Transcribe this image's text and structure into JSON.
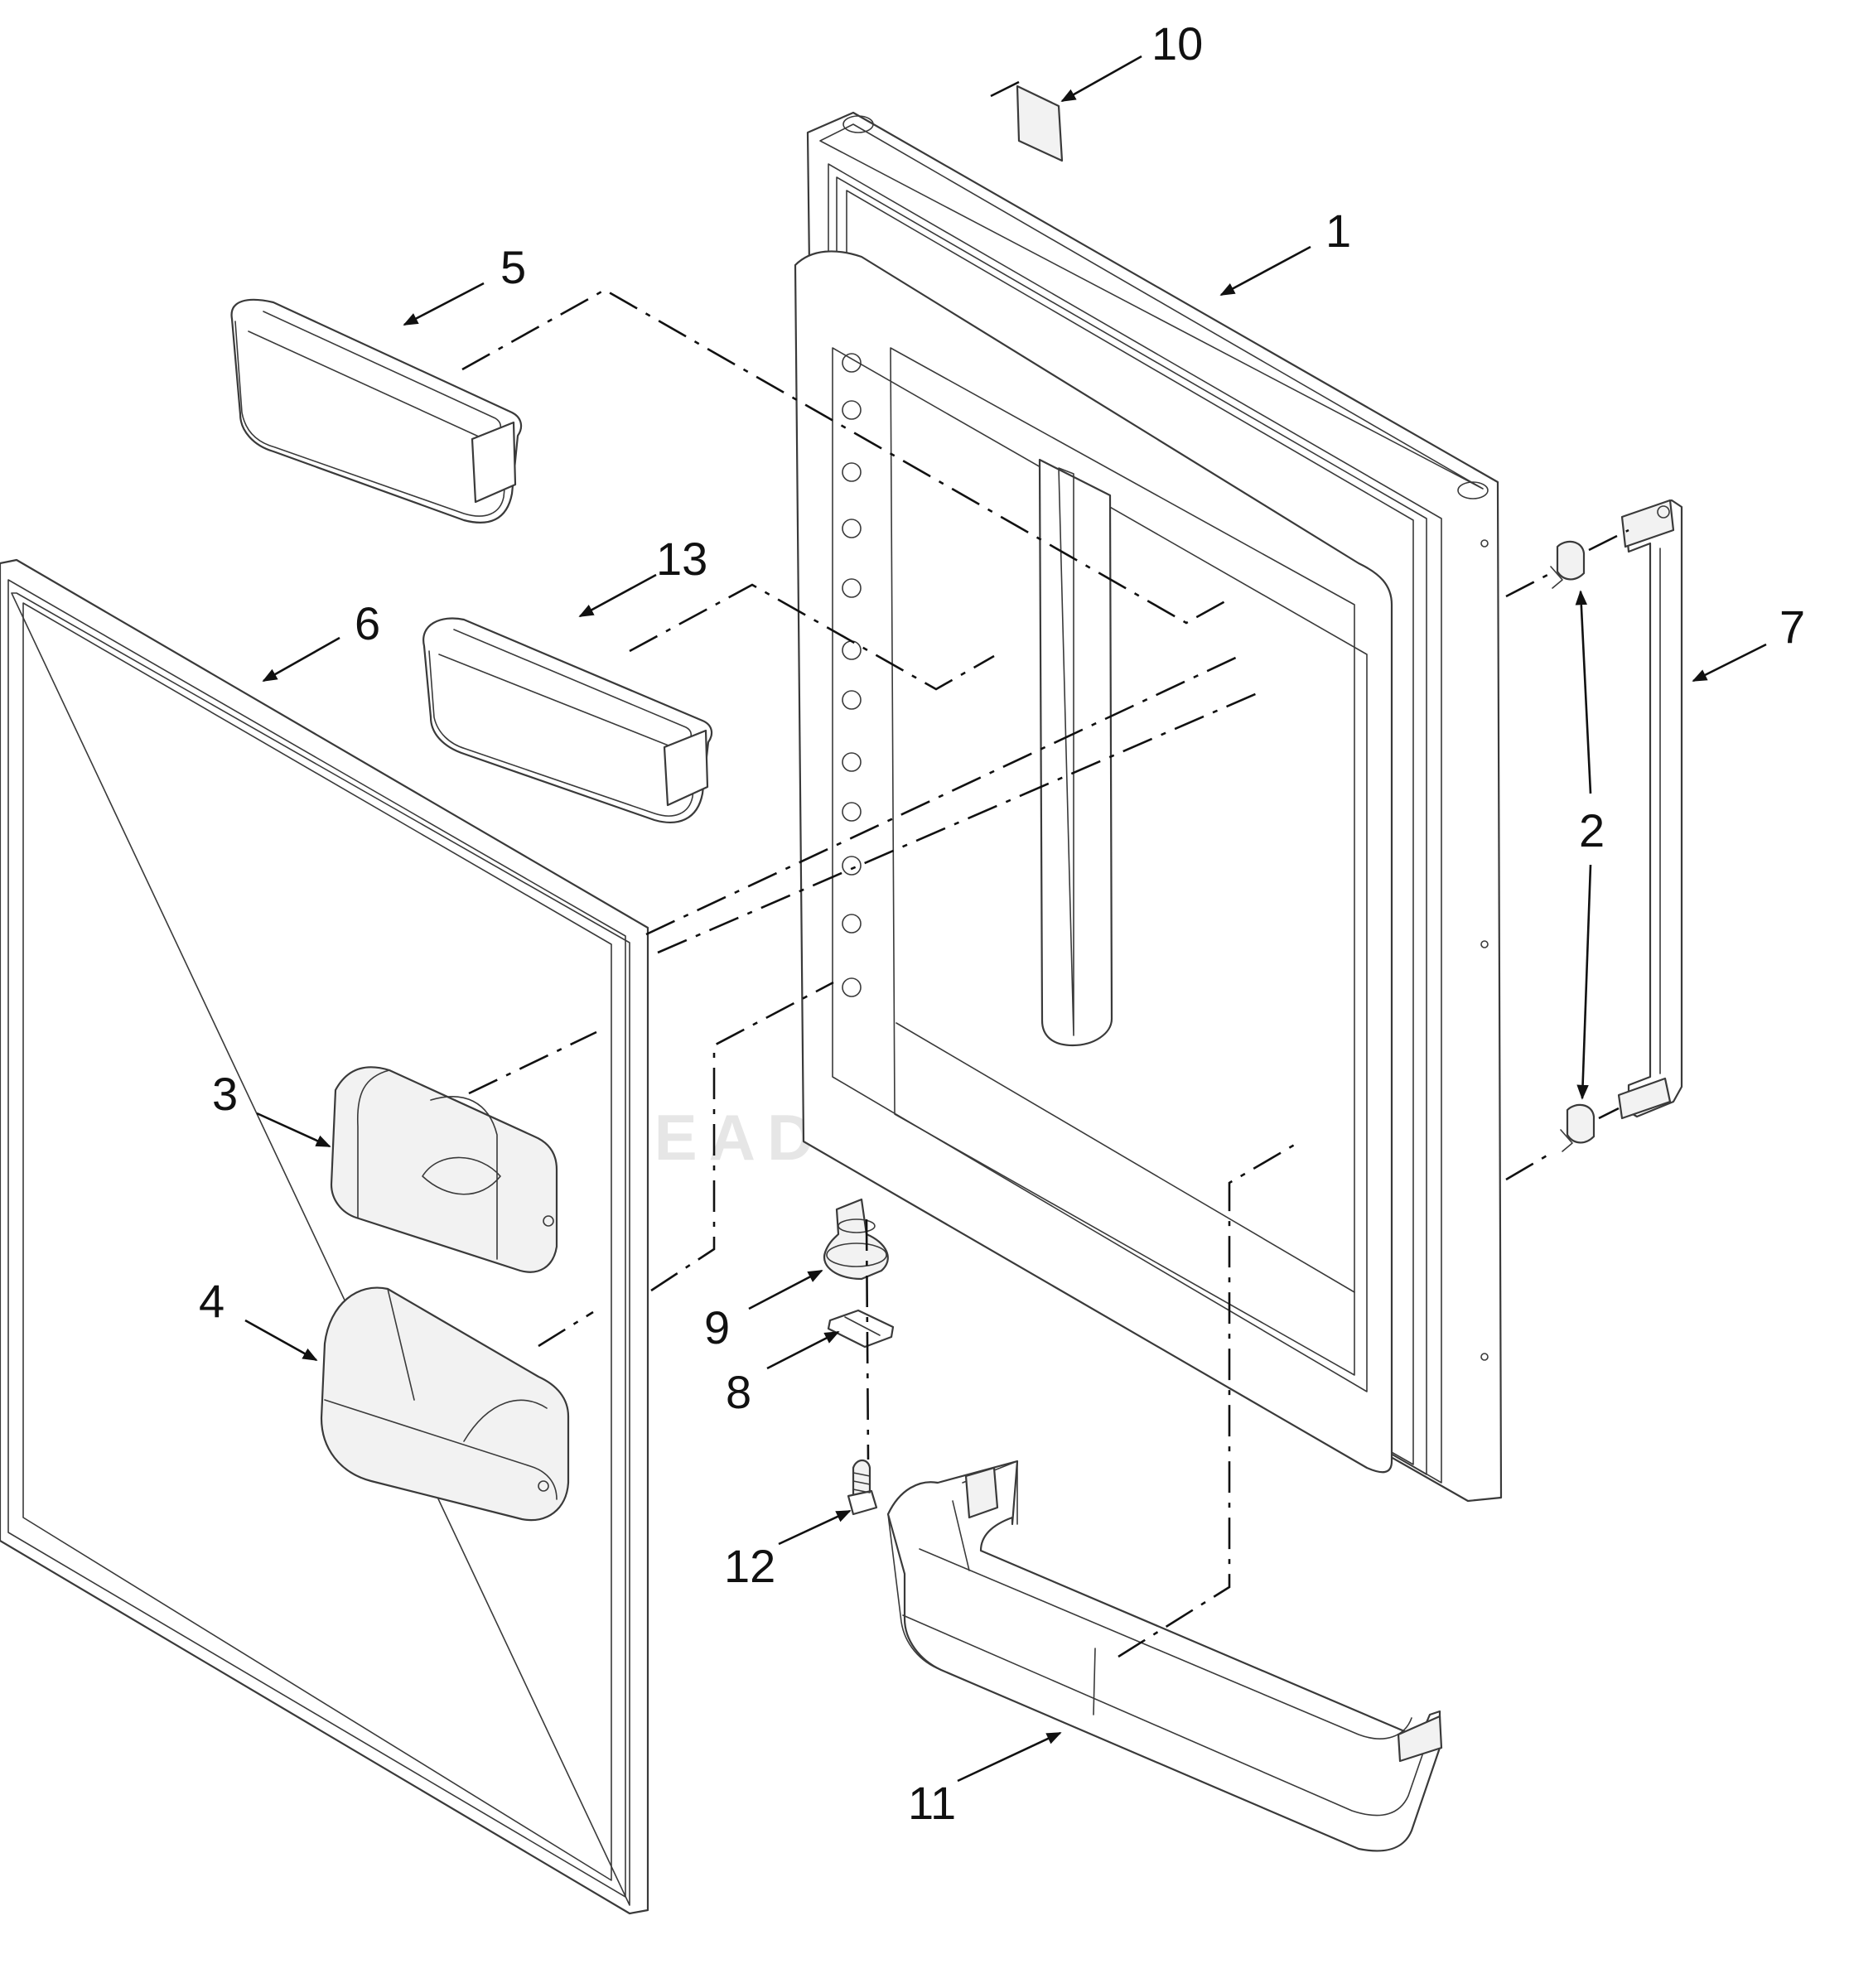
{
  "diagram": {
    "callouts": [
      {
        "id": "c1",
        "label": "1"
      },
      {
        "id": "c2",
        "label": "2"
      },
      {
        "id": "c3",
        "label": "3"
      },
      {
        "id": "c4",
        "label": "4"
      },
      {
        "id": "c5",
        "label": "5"
      },
      {
        "id": "c6",
        "label": "6"
      },
      {
        "id": "c7",
        "label": "7"
      },
      {
        "id": "c8",
        "label": "8"
      },
      {
        "id": "c9",
        "label": "9"
      },
      {
        "id": "c10",
        "label": "10"
      },
      {
        "id": "c11",
        "label": "11"
      },
      {
        "id": "c12",
        "label": "12"
      },
      {
        "id": "c13",
        "label": "13"
      }
    ]
  },
  "watermark": {
    "text": "LEADVENTURE",
    "icon": "leadventure-logo-icon"
  },
  "colors": {
    "line": "#3a3a3a",
    "callout": "#111111",
    "watermark": "#e6e6e6",
    "background": "#ffffff"
  }
}
